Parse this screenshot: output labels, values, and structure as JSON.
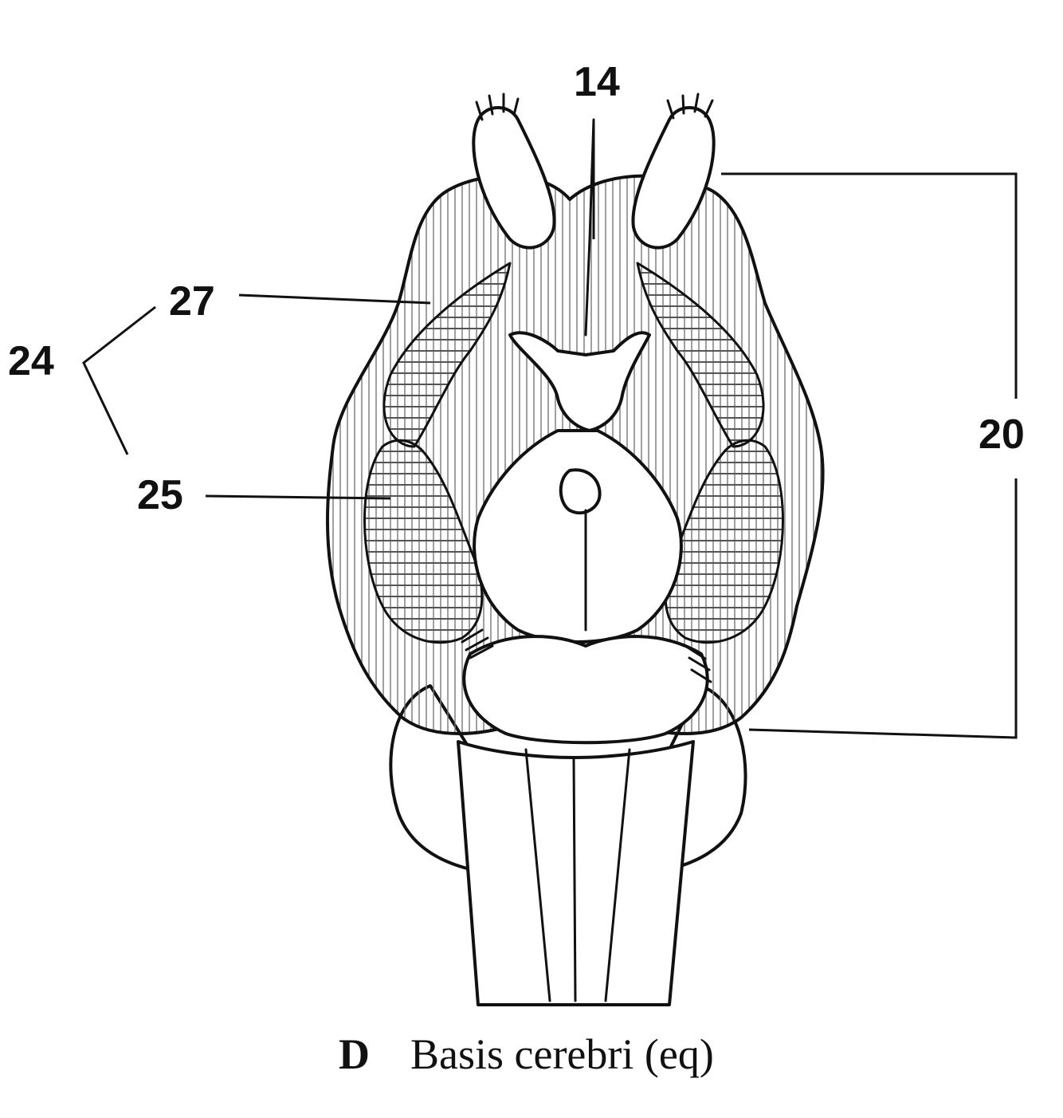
{
  "labels": {
    "l14": "14",
    "l20": "20",
    "l24": "24",
    "l25": "25",
    "l27": "27"
  },
  "caption": {
    "letter": "D",
    "text": "Basis cerebri (eq)"
  }
}
